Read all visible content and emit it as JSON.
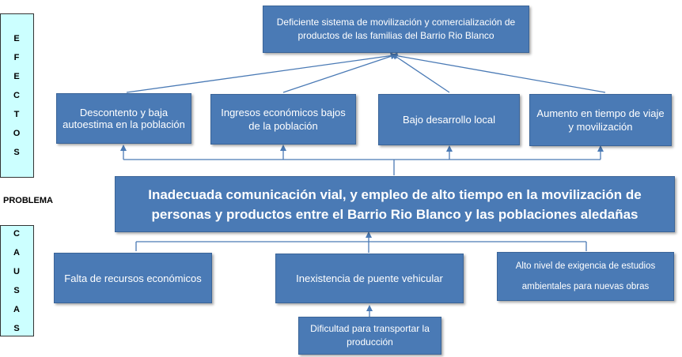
{
  "side_labels": {
    "efectos": [
      "E",
      "F",
      "E",
      "C",
      "T",
      "O",
      "S"
    ],
    "problema": "PROBLEMA",
    "causas": [
      "C",
      "A",
      "U",
      "S",
      "A",
      "S"
    ]
  },
  "top_effect": "Deficiente sistema de movilización y comercialización de productos de las familias del Barrio Rio Blanco",
  "effects": [
    "Descontento  y baja autoestima en la población",
    "Ingresos económicos bajos de la población",
    "Bajo desarrollo local",
    "Aumento en tiempo de viaje y movilización"
  ],
  "problem": "Inadecuada comunicación vial, y empleo de alto tiempo en la movilización de personas y productos entre el Barrio Rio Blanco y las poblaciones aledañas",
  "causes": [
    "Falta de recursos económicos",
    "Inexistencia de puente vehicular",
    "Alto nivel de exigencia de estudios ambientales para nuevas obras"
  ],
  "sub_cause": "Dificultad para transportar la producción",
  "colors": {
    "box": "#4a7ab5",
    "side": "#ccffff",
    "arrow": "#4a7ab5"
  }
}
